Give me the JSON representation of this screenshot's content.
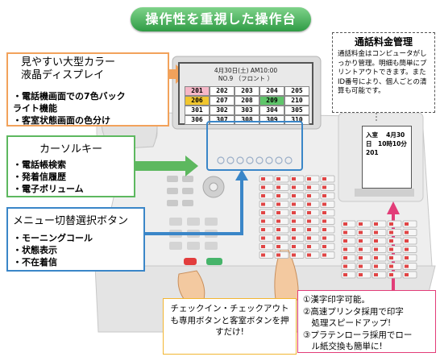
{
  "title": "操作性を重視した操作台",
  "display_box": {
    "heading": "見やすい大型カラー\n液晶ディスプレイ",
    "items": [
      "電話機画面での7色バック\nライト機能",
      "客室状態画面の色分け"
    ]
  },
  "cursor_box": {
    "heading": "カーソルキー",
    "items": [
      "電話帳検索",
      "発着信履歴",
      "電子ボリューム"
    ]
  },
  "menu_box": {
    "heading": "メニュー切替選択ボタン",
    "items": [
      "モーニングコール",
      "状態表示",
      "不在着信"
    ]
  },
  "billing_box": {
    "heading": "通話料金管理",
    "body": "通話料金はコンピュータがしっかり管理。明細も簡単にプリントアウトできます。またID番号により、個人ごとの清算も可能です。"
  },
  "checkin_box": {
    "text": "チェックイン・チェックアウトも専用ボタンと客室ボタンを押すだけ!"
  },
  "printer_box": {
    "items": [
      "①漢字印字可能。",
      "②高速プリンタ採用で印字\n　処理スピードアップ!",
      "③プラテンローラ採用でロー\n　ル紙交換も簡単に!"
    ]
  },
  "receipt": {
    "line1": "入室　 4月30",
    "line2": "日　10時10分",
    "line3": "201"
  },
  "lcd": {
    "date_line": "4月30日(土) AM10:00",
    "name_line": "NO.9 （フロント ）",
    "rooms": [
      [
        "201",
        "202",
        "203",
        "204",
        "205"
      ],
      [
        "206",
        "207",
        "208",
        "209",
        "210"
      ],
      [
        "301",
        "302",
        "303",
        "304",
        "305"
      ],
      [
        "306",
        "307",
        "308",
        "309",
        "310"
      ]
    ],
    "room_colors": [
      [
        "#f6b7c7",
        "#ffffff",
        "#ffffff",
        "#ffffff",
        "#ffffff"
      ],
      [
        "#f1c62e",
        "#ffffff",
        "#ffffff",
        "#5fc56a",
        "#ffffff"
      ],
      [
        "#ffffff",
        "#ffffff",
        "#ffffff",
        "#ffffff",
        "#ffffff"
      ],
      [
        "#ffffff",
        "#ffffff",
        "#ffffff",
        "#ffffff",
        "#ffffff"
      ]
    ]
  },
  "colors": {
    "orange": "#f2a25b",
    "green": "#5db85f",
    "blue": "#3a86c8",
    "pink": "#e23d78",
    "yellow": "#f2b632",
    "badge": "#3aa04f"
  }
}
